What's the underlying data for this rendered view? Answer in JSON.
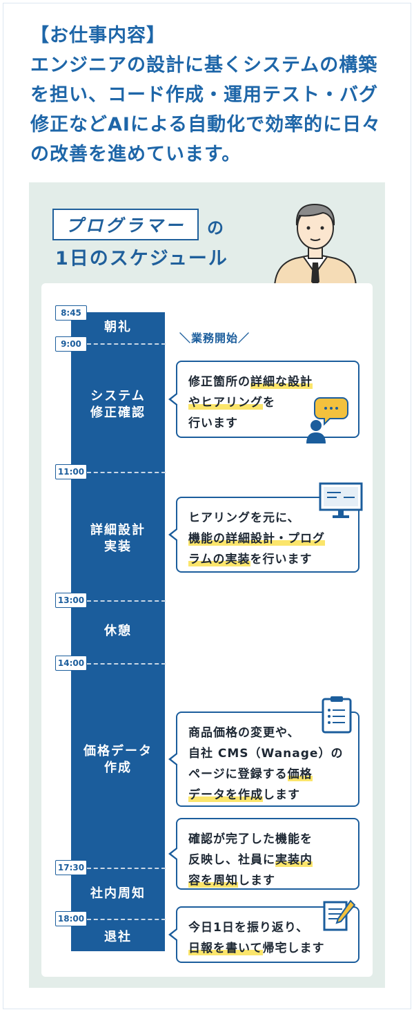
{
  "intro": {
    "bracket_title": "【お仕事内容】",
    "line1": "エンジニアの設計に基くシステムの構築",
    "line2": "を担い、コード作成・運用テスト・バグ",
    "line3": "修正などAIによる自動化で効率的に日々",
    "line4": "の改善を進めています。"
  },
  "heading": {
    "role": "プログラマー",
    "no": "の",
    "subtitle": "1日のスケジュール"
  },
  "gyomu_label": "＼業務開始／",
  "times": [
    "8:45",
    "9:00",
    "11:00",
    "13:00",
    "14:00",
    "17:30",
    "18:00"
  ],
  "blocks": [
    {
      "label_1": "朝礼",
      "label_2": ""
    },
    {
      "label_1": "システム",
      "label_2": "修正確認"
    },
    {
      "label_1": "詳細設計",
      "label_2": "実装"
    },
    {
      "label_1": "休憩",
      "label_2": ""
    },
    {
      "label_1": "価格データ",
      "label_2": "作成"
    },
    {
      "label_1": "社内周知",
      "label_2": ""
    },
    {
      "label_1": "退社",
      "label_2": ""
    }
  ],
  "bubbles": {
    "b1": {
      "p1": "修正箇所の",
      "h1": "詳細な設計",
      "h2": "やヒアリング",
      "p2": "を",
      "p3": "行います"
    },
    "b2": {
      "p1": "ヒアリングを元に、",
      "h1": "機能の詳細設計・プログ",
      "h2": "ラムの実装",
      "p2": "を行います"
    },
    "b3": {
      "p1": "商品価格の変更や、",
      "p2": "自社 CMS（Wanage）の",
      "p3": "ページに登録する",
      "h1": "価格",
      "h2": "データを作成",
      "p4": "します"
    },
    "b4": {
      "p1": "確認が完了した機能を",
      "p2": "反映し、社員に",
      "h1": "実装内",
      "h2": "容を周知",
      "p3": "します"
    },
    "b5": {
      "p1": "今日1日を振り返り、",
      "h1": "日報を書いて",
      "p2": "帰宅します"
    }
  },
  "colors": {
    "primary": "#1b5d9c",
    "highlight": "#fbe56b",
    "panel": "#e3ede9",
    "skin": "#f5dcb6"
  }
}
